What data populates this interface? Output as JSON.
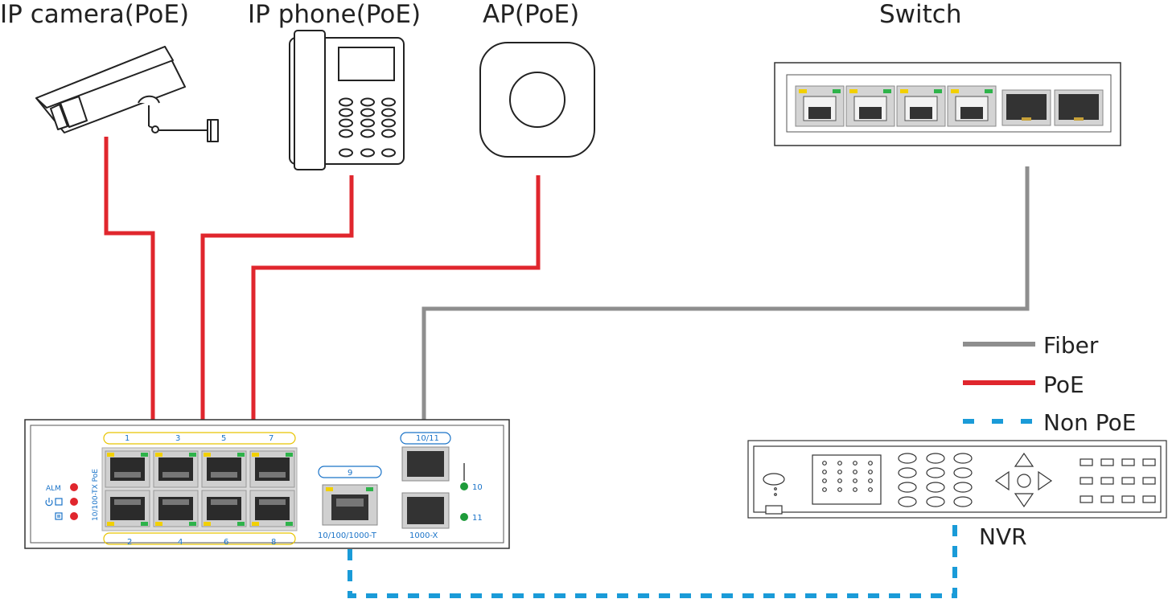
{
  "labels": {
    "ip_camera": "IP camera(PoE)",
    "ip_phone": "IP phone(PoE)",
    "ap": "AP(PoE)",
    "switch": "Switch",
    "nvr": "NVR"
  },
  "legend": {
    "fiber": "Fiber",
    "poe": "PoE",
    "non_poe": "Non PoE"
  },
  "poe_switch": {
    "port_labels_top": [
      "1",
      "3",
      "5",
      "7"
    ],
    "port_labels_bottom": [
      "2",
      "4",
      "6",
      "8"
    ],
    "side_label": "10/100-TX PoE",
    "led_alm": "ALM",
    "uplink_top_label": "9",
    "uplink_bottom_label": "10/100/1000-T",
    "sfp_top_label": "10/11",
    "sfp_bottom_label": "1000-X",
    "sfp_led_10": "10",
    "sfp_led_11": "11"
  },
  "colors": {
    "fiber": "#8e8e8e",
    "poe": "#e0262d",
    "non_poe": "#1a9bd8",
    "led_red": "#e0262d",
    "led_green": "#1e9b3a",
    "port_yellow": "#f2d000",
    "port_green": "#2eb34a",
    "label_blue": "#1a73c8"
  }
}
